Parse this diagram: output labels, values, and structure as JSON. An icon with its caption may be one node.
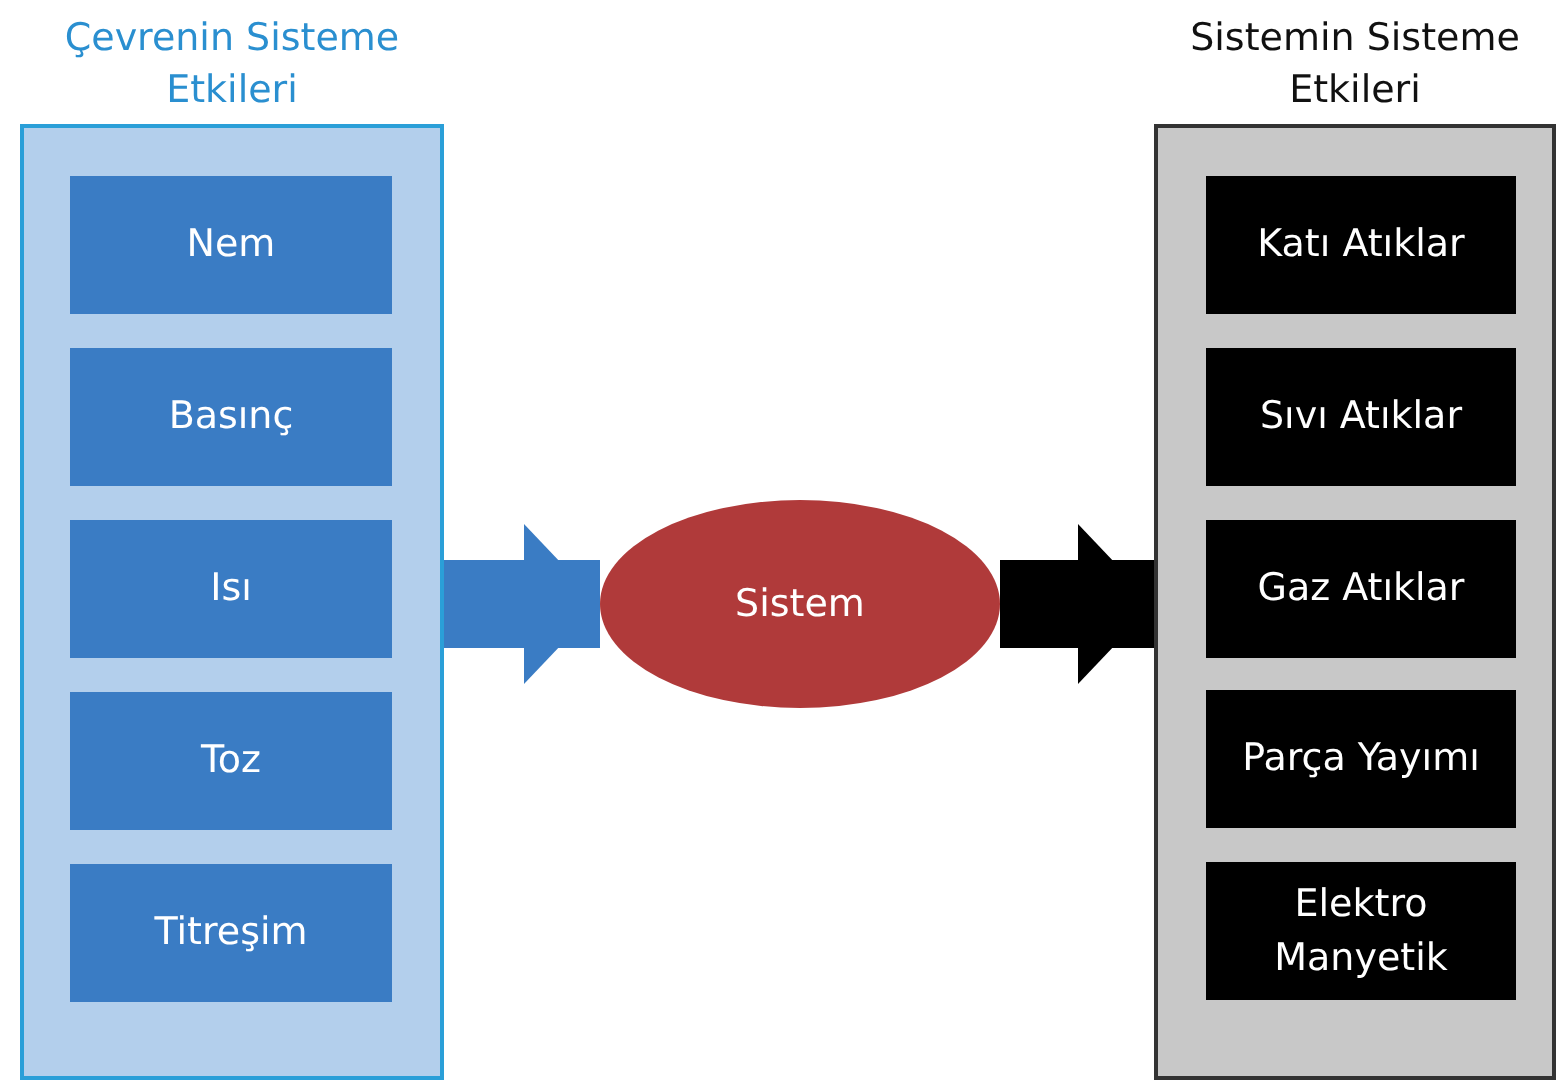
{
  "diagram": {
    "nodes": [
      {
        "text": [
          "Çevrenin Sisteme Etkileri"
        ]
      },
      {
        "text": [
          "Nem"
        ],
        "in": 0
      },
      {
        "text": [
          "Basınç"
        ],
        "in": 0
      },
      {
        "text": [
          "Isı"
        ],
        "in": 0
      },
      {
        "text": [
          "Toz"
        ],
        "in": 0
      },
      {
        "text": [
          "Titreşim"
        ],
        "in": 0
      },
      {
        "text": [
          "Sistem"
        ]
      },
      {
        "text": [
          "Sistemin Sisteme Etkileri"
        ]
      },
      {
        "text": [
          "Katı Atıklar"
        ],
        "in": 7
      },
      {
        "text": [
          "Sıvı Atıklar"
        ],
        "in": 7
      },
      {
        "text": [
          "Gaz Atıklar"
        ],
        "in": 7
      },
      {
        "text": [
          "Parça Yayımı"
        ],
        "in": 7
      },
      {
        "text": [
          "Elektro Manyetik"
        ],
        "in": 7
      }
    ],
    "edges": [
      {
        "from": 0,
        "to": 6,
        "arrow": "to",
        "color": "#3a7cc4"
      },
      {
        "from": 6,
        "to": 7,
        "arrow": "to",
        "color": "#000000"
      }
    ]
  }
}
